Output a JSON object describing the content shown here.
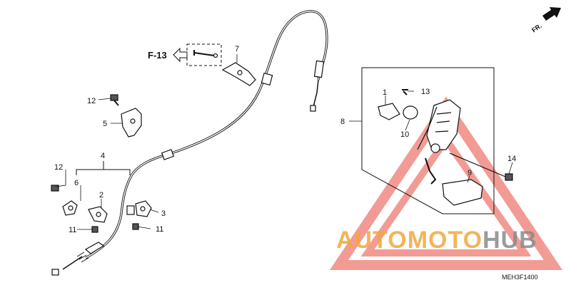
{
  "diagram": {
    "direction_label": "FR.",
    "reference_label": "F-13",
    "drawing_code": "MEH3F1400",
    "callouts": {
      "c1": "1",
      "c2": "2",
      "c3": "3",
      "c4": "4",
      "c5": "5",
      "c6": "6",
      "c7": "7",
      "c8": "8",
      "c9": "9",
      "c10": "10",
      "c11a": "11",
      "c11b": "11",
      "c12a": "12",
      "c12b": "12",
      "c13": "13",
      "c14": "14"
    }
  },
  "watermark": {
    "part1": "AUTOMOTO",
    "part2": "HUB",
    "color_orange": "#f2a93b",
    "color_gray": "#8a8a8a",
    "color_red": "#e84a3f"
  }
}
